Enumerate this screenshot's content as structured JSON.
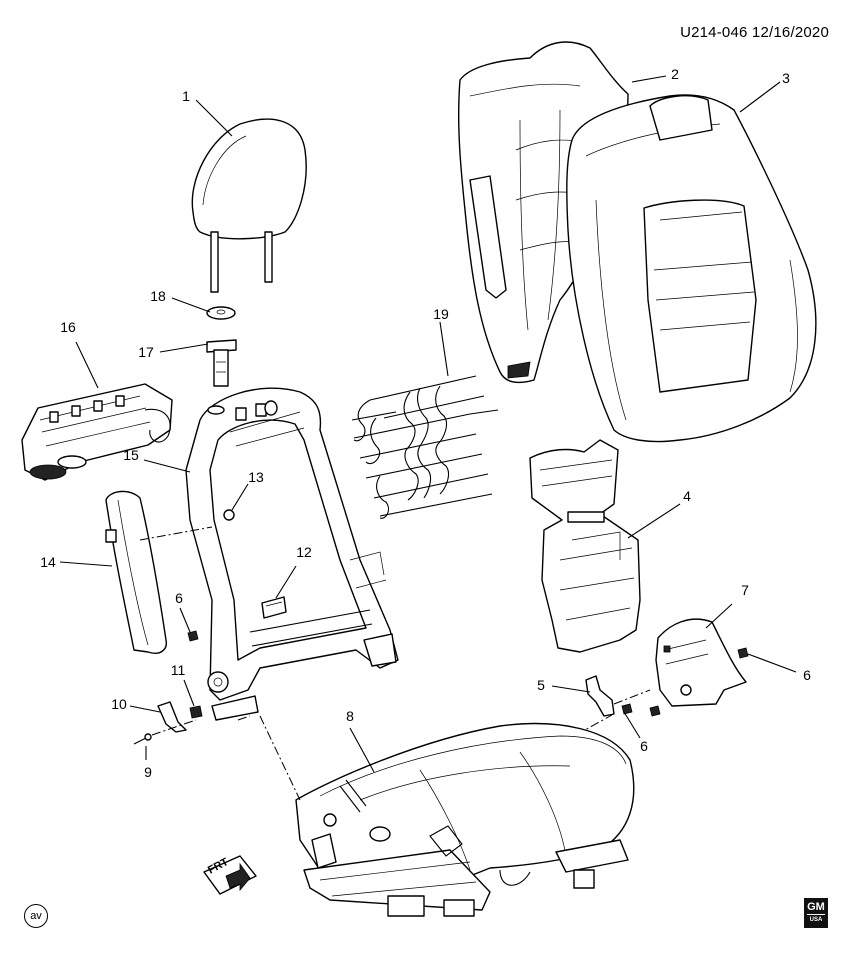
{
  "header": {
    "doc_code": "U214-046 12/16/2020"
  },
  "callouts": [
    {
      "id": "c1",
      "label": "1"
    },
    {
      "id": "c2",
      "label": "2"
    },
    {
      "id": "c3",
      "label": "3"
    },
    {
      "id": "c4",
      "label": "4"
    },
    {
      "id": "c5",
      "label": "5"
    },
    {
      "id": "c6a",
      "label": "6"
    },
    {
      "id": "c6b",
      "label": "6"
    },
    {
      "id": "c6c",
      "label": "6"
    },
    {
      "id": "c7",
      "label": "7"
    },
    {
      "id": "c8",
      "label": "8"
    },
    {
      "id": "c9",
      "label": "9"
    },
    {
      "id": "c10",
      "label": "10"
    },
    {
      "id": "c11",
      "label": "11"
    },
    {
      "id": "c12",
      "label": "12"
    },
    {
      "id": "c13",
      "label": "13"
    },
    {
      "id": "c14",
      "label": "14"
    },
    {
      "id": "c15",
      "label": "15"
    },
    {
      "id": "c16",
      "label": "16"
    },
    {
      "id": "c17",
      "label": "17"
    },
    {
      "id": "c18",
      "label": "18"
    },
    {
      "id": "c19",
      "label": "19"
    }
  ],
  "direction_marker": {
    "label": "FRT"
  },
  "footer": {
    "badge": "av",
    "logo": {
      "letters": "GM",
      "sub": "USA"
    }
  }
}
